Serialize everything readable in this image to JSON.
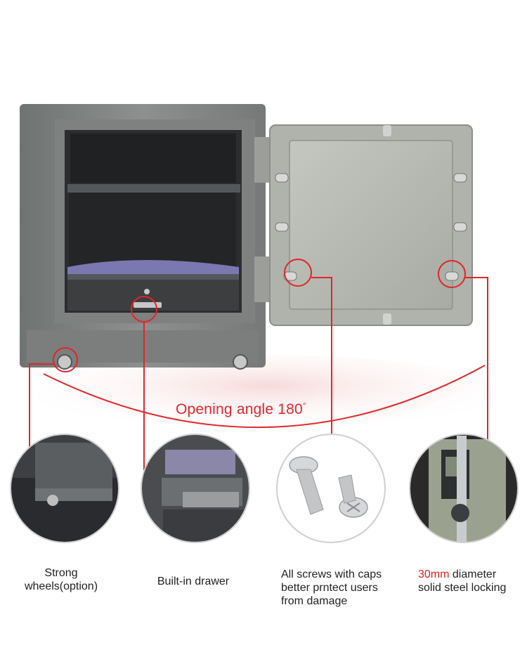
{
  "opening_angle": {
    "text": "Opening angle 180",
    "degree_symbol": "°"
  },
  "features": [
    {
      "name": "wheels",
      "lines": [
        "Strong",
        "wheels(option)"
      ]
    },
    {
      "name": "drawer",
      "lines": [
        "Built-in drawer"
      ]
    },
    {
      "name": "screws",
      "lines": [
        "All screws with caps",
        "better prntect users",
        "from damage"
      ]
    },
    {
      "name": "locking",
      "highlight": "30mm",
      "line1_rest": " diameter",
      "line2": "solid steel locking"
    }
  ],
  "colors": {
    "accent": "#e0262a",
    "safe_body": "#8a8d8c",
    "safe_door": "#b7b9b3",
    "interior": "#2c2e30"
  }
}
